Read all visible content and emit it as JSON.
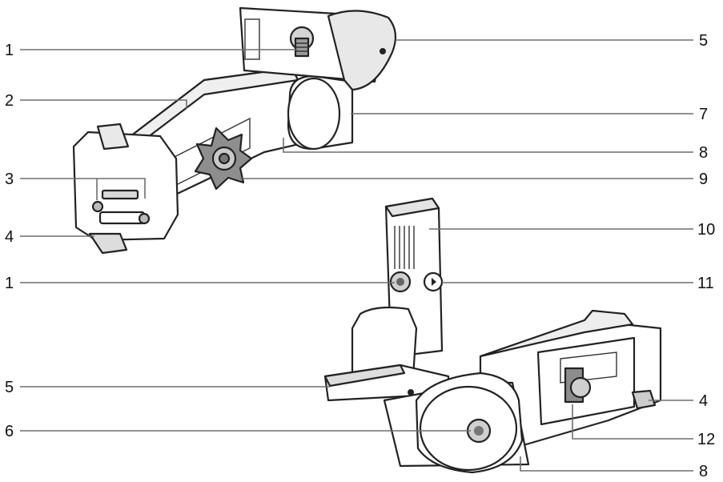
{
  "callouts": [
    {
      "id": "t1",
      "num": "1"
    },
    {
      "id": "t2",
      "num": "2"
    },
    {
      "id": "t3",
      "num": "3"
    },
    {
      "id": "t4",
      "num": "4"
    },
    {
      "id": "t5",
      "num": "5"
    },
    {
      "id": "t7",
      "num": "7"
    },
    {
      "id": "t8",
      "num": "8"
    },
    {
      "id": "t9",
      "num": "9"
    },
    {
      "id": "b1",
      "num": "1"
    },
    {
      "id": "b5",
      "num": "5"
    },
    {
      "id": "b6",
      "num": "6"
    },
    {
      "id": "b10",
      "num": "10"
    },
    {
      "id": "b11",
      "num": "11"
    },
    {
      "id": "b4",
      "num": "4"
    },
    {
      "id": "b12",
      "num": "12"
    },
    {
      "id": "b8",
      "num": "8"
    }
  ],
  "colors": {
    "line": "#6e6e6e",
    "outline": "#222222",
    "fill": "#ffffff",
    "shade": "#e6e6e6",
    "dark": "#9a9a9a"
  }
}
